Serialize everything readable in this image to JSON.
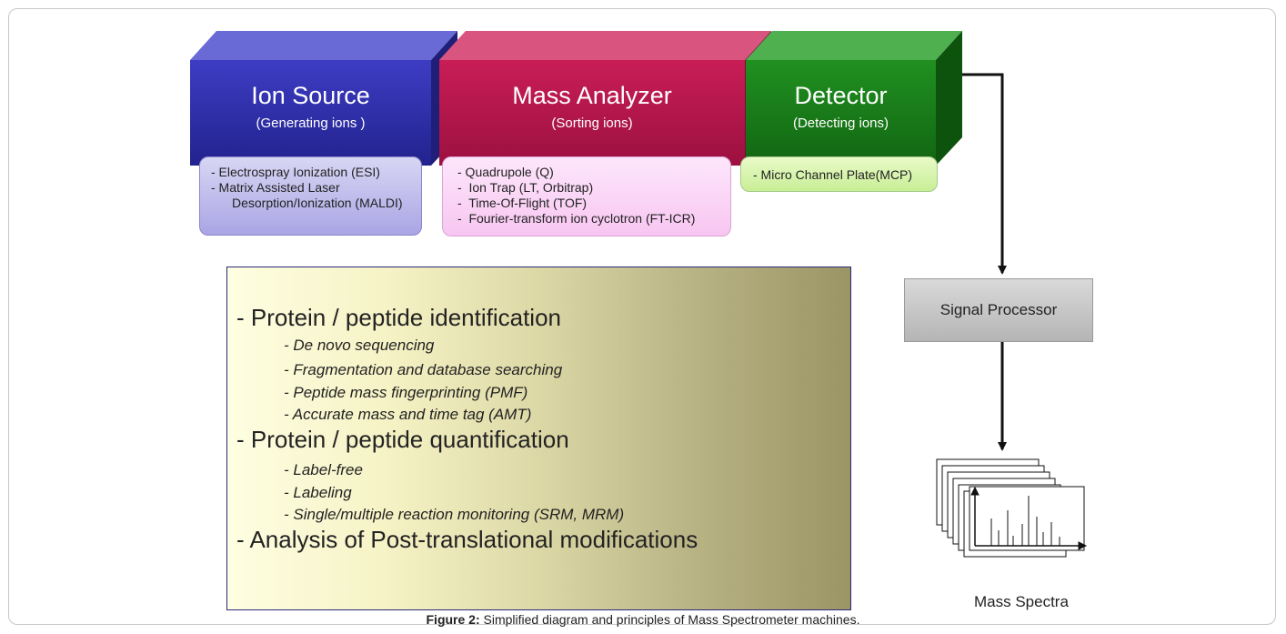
{
  "ion_source": {
    "title": "Ion Source",
    "subtitle": "(Generating ions )",
    "items": [
      "- Electrospray Ionization (ESI)",
      "- Matrix Assisted Laser",
      "Desorption/Ionization (MALDI)"
    ]
  },
  "mass_analyzer": {
    "title": "Mass Analyzer",
    "subtitle": "(Sorting ions)",
    "items": [
      "- Quadrupole (Q)",
      "-  Ion Trap (LT, Orbitrap)",
      "-  Time-Of-Flight (TOF)",
      "-  Fourier-transform ion cyclotron (FT-ICR)"
    ]
  },
  "detector": {
    "title": "Detector",
    "subtitle": "(Detecting ions)",
    "items": [
      "- Micro Channel Plate(MCP)"
    ]
  },
  "signal_processor": {
    "label": "Signal Processor"
  },
  "mass_spectra": {
    "label": "Mass Spectra"
  },
  "principles": {
    "identification": "- Protein / peptide identification",
    "identification_items": [
      "- De novo sequencing",
      "- Fragmentation and database searching",
      "- Peptide mass fingerprinting (PMF)",
      "- Accurate mass and time tag (AMT)"
    ],
    "quantification": "- Protein / peptide quantification",
    "quantification_items": [
      "- Label-free",
      "- Labeling",
      "- Single/multiple reaction monitoring (SRM, MRM)"
    ],
    "ptm": "- Analysis of Post-translational modifications"
  },
  "caption": {
    "label": "Figure 2:",
    "text": " Simplified diagram and principles of Mass Spectrometer machines."
  },
  "colors": {
    "ion_source": "#2e2ea8",
    "mass_analyzer": "#b3164a",
    "detector": "#1a7a1a"
  }
}
